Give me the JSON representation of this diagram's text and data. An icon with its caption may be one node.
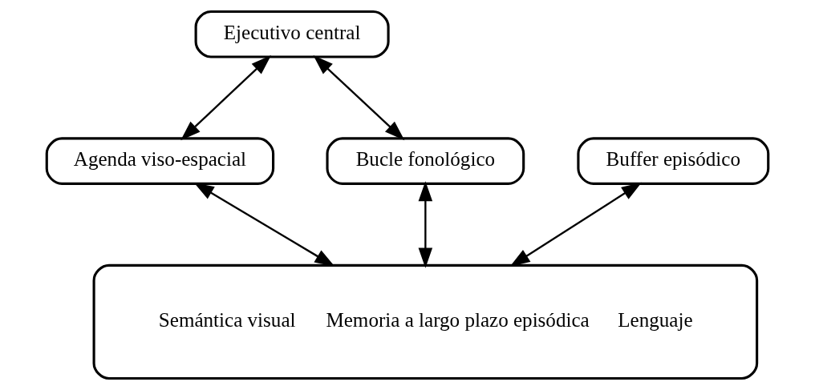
{
  "diagram": {
    "nodes": [
      {
        "text": [
          "Ejecutivo central"
        ]
      },
      {
        "text": [
          "Agenda viso-espacial"
        ]
      },
      {
        "text": [
          "Buffer episódico"
        ]
      },
      {
        "text": [
          "Bucle fonológico"
        ]
      },
      {
        "text": [
          "Semántica visual",
          "Memoria a largo plazo episódica",
          "Lenguaje"
        ]
      }
    ],
    "edges": [
      {
        "from": 0,
        "to": 1,
        "arrow": "both"
      },
      {
        "from": 0,
        "to": 3,
        "arrow": "both"
      },
      {
        "from": 1,
        "to": 4,
        "arrow": "both"
      },
      {
        "from": 2,
        "to": 4,
        "arrow": "both"
      },
      {
        "from": 3,
        "to": 4,
        "arrow": "both"
      }
    ]
  }
}
